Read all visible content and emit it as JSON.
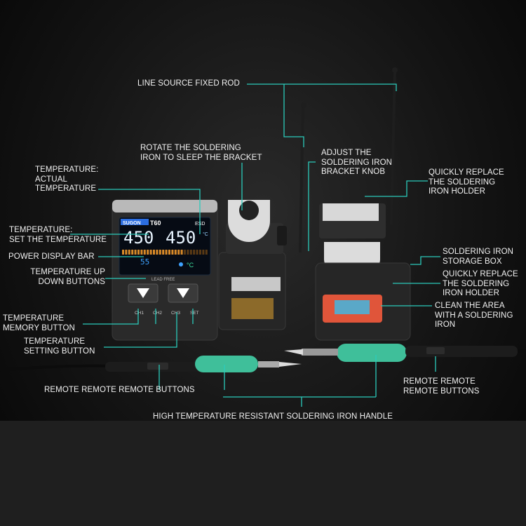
{
  "labels": {
    "line_source_fixed_rod": "LINE SOURCE FIXED ROD",
    "rotate_iron_sleep_bracket": "ROTATE THE SOLDERING\nIRON TO SLEEP THE BRACKET",
    "temperature_actual": "TEMPERATURE:\nACTUAL\nTEMPERATURE",
    "adjust_bracket_knob": "ADJUST THE\nSOLDERING IRON\nBRACKET KNOB",
    "quickly_replace_holder_top": "QUICKLY REPLACE\nTHE SOLDERING\nIRON HOLDER",
    "temperature_set": "TEMPERATURE:\nSET THE TEMPERATURE",
    "power_display_bar": "POWER DISPLAY BAR",
    "temperature_up_down": "TEMPERATURE UP\nDOWN BUTTONS",
    "storage_box": "SOLDERING IRON\nSTORAGE BOX",
    "quickly_replace_holder_mid": "QUICKLY REPLACE\nTHE SOLDERING\nIRON HOLDER",
    "clean_area": "CLEAN THE AREA\nWITH A SOLDERING\nIRON",
    "temperature_memory_button": "TEMPERATURE\nMEMORY BUTTON",
    "temperature_setting_button": "TEMPERATURE\nSETTING BUTTON",
    "remote_buttons_left": "REMOTE REMOTE REMOTE BUTTONS",
    "remote_buttons_right": "REMOTE REMOTE\nREMOTE BUTTONS",
    "handle": "HIGH TEMPERATURE RESISTANT SOLDERING IRON HANDLE"
  },
  "device": {
    "brand": "SUGON",
    "model": "T60",
    "esd": "ESD",
    "lcd_actual": "450",
    "lcd_set": "450",
    "lcd_unit": "°C",
    "lcd_mid": "55",
    "lead_free": "LEAD FREE",
    "ch1": "CH1",
    "ch2": "CH2",
    "ch3": "CH3",
    "set": "SET"
  },
  "colors": {
    "leader": "#2bcbbb",
    "handle": "#3fbf9a",
    "lcd_blue": "#3ea2ff",
    "lcd_text": "#e8f4ff",
    "sponge": "#e0553a"
  }
}
